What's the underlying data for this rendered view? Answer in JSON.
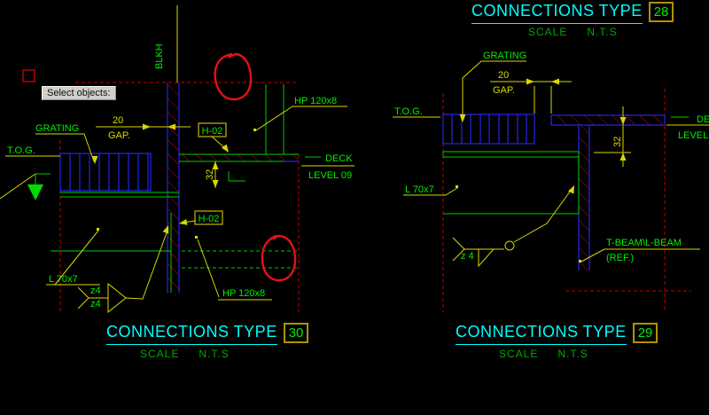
{
  "window": {
    "tooltip": "Select objects:"
  },
  "titles": {
    "t28": {
      "text": "CONNECTIONS TYPE",
      "number": "28",
      "scale_label": "SCALE",
      "scale_value": "N.T.S"
    },
    "t29": {
      "text": "CONNECTIONS TYPE",
      "number": "29",
      "scale_label": "SCALE",
      "scale_value": "N.T.S"
    },
    "t30": {
      "text": "CONNECTIONS TYPE",
      "number": "30",
      "scale_label": "SCALE",
      "scale_value": "N.T.S"
    }
  },
  "left": {
    "blkh": "BLKH",
    "grating": "GRATING",
    "tog": "T.O.G.",
    "gap_num": "20",
    "gap_word": "GAP.",
    "h02_top": "H-02",
    "h02_bot": "H-02",
    "hp_top": "HP 120x8",
    "hp_bot": "HP 120x8",
    "deck": "DECK",
    "level": "LEVEL 09",
    "dim32": "32",
    "angle": "L 70x7",
    "weld1": "z4",
    "weld2": "z4"
  },
  "right": {
    "grating": "GRATING",
    "tog": "T.O.G.",
    "gap_num": "20",
    "gap_word": "GAP.",
    "deck": "DE",
    "level": "LEVEL",
    "dim32": "32",
    "angle": "L 70x7",
    "weld": "z 4",
    "tbeam": "T-BEAM\\L-BEAM",
    "ref": "(REF.)"
  },
  "colors": {
    "cyan": "#00ffff",
    "green": "#00ee00",
    "yellow": "#d8d800",
    "blue": "#2424e8",
    "red_centerline": "#c00000",
    "red_markup": "#e51212",
    "title_box_border": "#ad9400"
  }
}
